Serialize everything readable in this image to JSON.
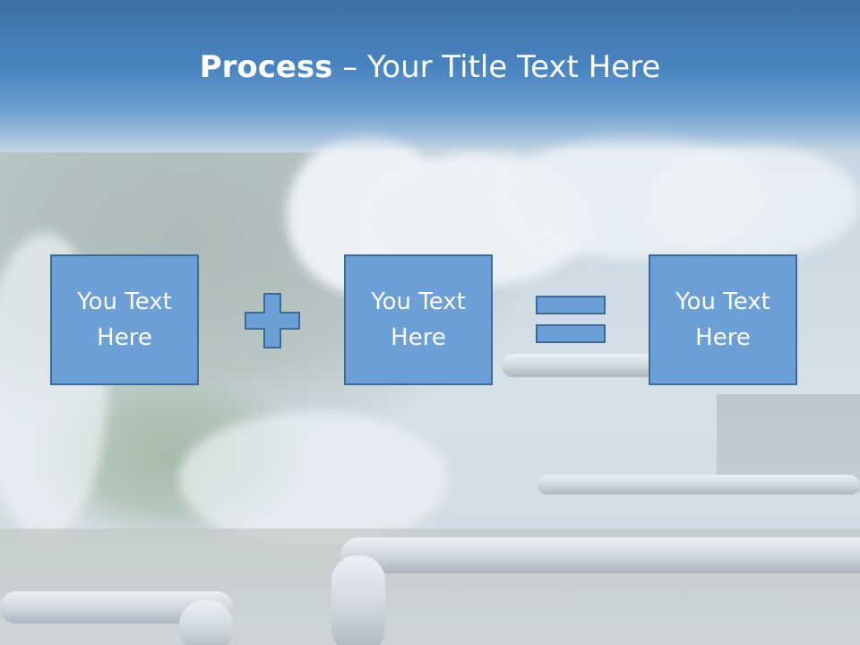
{
  "slide": {
    "title_bold": "Process",
    "title_rest": " – Your Title Text Here",
    "boxes": [
      {
        "label": "You Text Here"
      },
      {
        "label": "You Text Here"
      },
      {
        "label": "You Text Here"
      }
    ],
    "operators": [
      "plus-icon",
      "equals-icon"
    ],
    "colors": {
      "header": "#4a85c1",
      "box_fill": "#6b9fd6",
      "box_border": "#3d6b99",
      "text": "#ffffff"
    }
  }
}
